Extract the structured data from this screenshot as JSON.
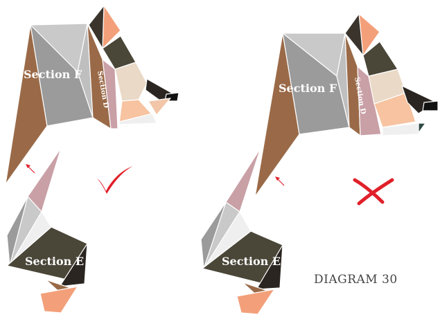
{
  "labels": {
    "section_f": "Section F",
    "section_d": "Section D",
    "section_e": "Section E"
  },
  "caption": "DIAGRAM 30",
  "marks": {
    "left": "correct",
    "right": "incorrect"
  },
  "colors": {
    "brown": "#9A6A48",
    "light_grey": "#C9C9C9",
    "mid_grey": "#9B9B9B",
    "dark_olive": "#4A4638",
    "salmon": "#F3A07A",
    "beige": "#E9D9C6",
    "peach": "#F7C3A0",
    "mauve": "#C9A0A6",
    "near_black": "#2A2520",
    "mark_red": "#E0202A"
  }
}
